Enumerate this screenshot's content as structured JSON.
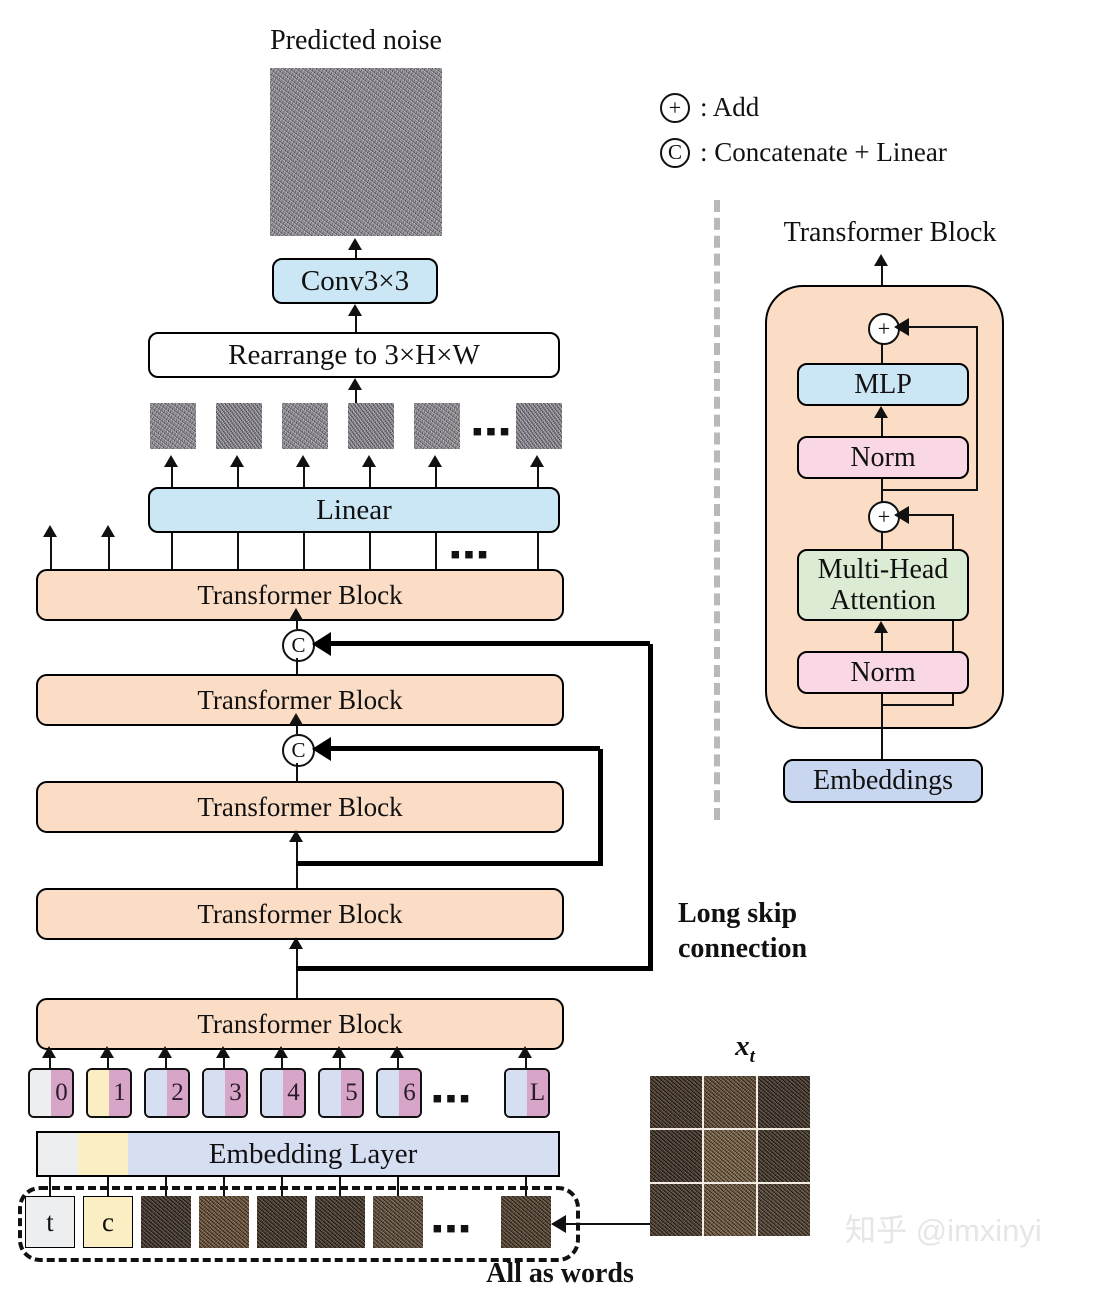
{
  "figure": {
    "predicted_noise_label": "Predicted noise",
    "xt_label": "x",
    "xt_sub": "t",
    "all_as_words_label": "All as words",
    "long_skip_line1": "Long skip",
    "long_skip_line2": "connection",
    "watermark": "知乎 @imxinyi"
  },
  "legend": {
    "add": {
      "symbol": "+",
      "text": ": Add"
    },
    "concat": {
      "symbol": "C",
      "text": ": Concatenate + Linear"
    }
  },
  "main_pipeline": {
    "conv_label": "Conv3×3",
    "rearrange_label": "Rearrange to 3×H×W",
    "linear_label": "Linear",
    "embedding_layer_label": "Embedding Layer",
    "transformer_block_label": "Transformer Block",
    "transformer_block_count": 5,
    "output_patch_count": 6,
    "output_patch_ellipsis_after": 5,
    "concat_marker": "C"
  },
  "tokens": {
    "items": [
      {
        "index": "0",
        "kind": "timestep",
        "lhs_color": "#eceef0"
      },
      {
        "index": "1",
        "kind": "condition",
        "lhs_color": "#fbeec2"
      },
      {
        "index": "2",
        "kind": "patch",
        "lhs_color": "#d6def2"
      },
      {
        "index": "3",
        "kind": "patch",
        "lhs_color": "#d6def2"
      },
      {
        "index": "4",
        "kind": "patch",
        "lhs_color": "#d6def2"
      },
      {
        "index": "5",
        "kind": "patch",
        "lhs_color": "#d6def2"
      },
      {
        "index": "6",
        "kind": "patch",
        "lhs_color": "#d6def2"
      },
      {
        "index": "L",
        "kind": "patch",
        "lhs_color": "#d6def2"
      }
    ],
    "ellipsis": "▪▪▪",
    "ellipsis_after": 7
  },
  "input_row": {
    "t_label": "t",
    "c_label": "c",
    "image_patch_count": 6,
    "ellipsis_after": 5
  },
  "transformer_detail": {
    "title": "Transformer Block",
    "mlp_label": "MLP",
    "norm_top_label": "Norm",
    "attention_label_line1": "Multi-Head",
    "attention_label_line2": "Attention",
    "norm_bottom_label": "Norm",
    "embeddings_label": "Embeddings",
    "add_marker": "+"
  },
  "colors": {
    "transformer_fill": "#fbddc5",
    "blue_fill": "#cbe7f5",
    "pink_fill": "#fad7e4",
    "green_fill": "#dcecd4",
    "lavender_fill": "#c9d6ef",
    "token_index_fill": "#d6a5c8",
    "divider": "#b9b9b9",
    "noise": "#918d92"
  }
}
